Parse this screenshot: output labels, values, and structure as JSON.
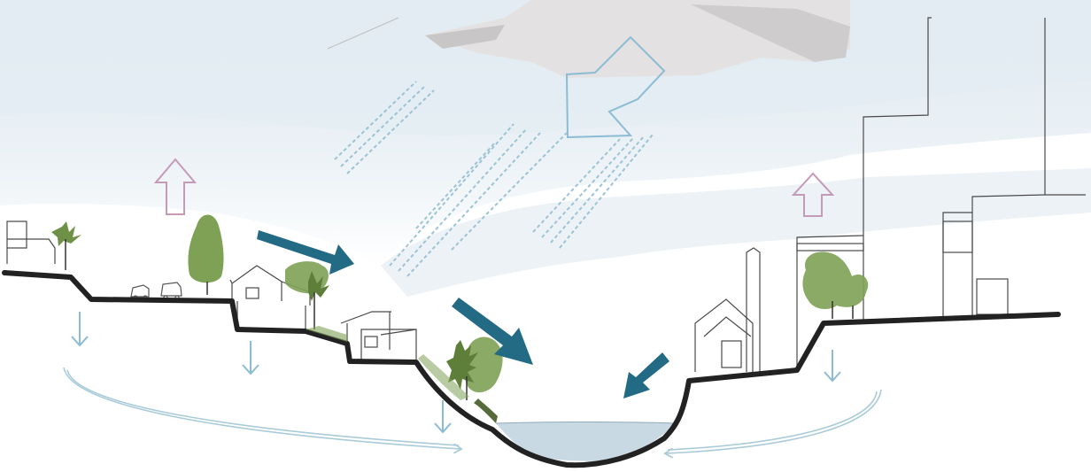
{
  "diagram": {
    "type": "urban-water-cycle-section",
    "colors": {
      "sky": "#e6eef3",
      "cloud": "#e2dfe0",
      "cloud_shadow": "#c9c6c7",
      "rain": "#9cc3d6",
      "rain_arrow": "#8cbcd4",
      "runoff_arrow": "#236a85",
      "evaporation_arrow": "#c49ab8",
      "infiltration_arrow": "#8cbcd4",
      "groundwater_flow": "#a9cbd9",
      "water": "#c9d9e4",
      "ground": "#222222",
      "tree": "#7ea155",
      "sketch": "#555555"
    },
    "icons": [
      "cloud",
      "rain-arrow",
      "runoff-arrow",
      "evaporation-arrow",
      "infiltration-arrow",
      "groundwater-flow-arrow",
      "tree",
      "house",
      "car",
      "factory",
      "building",
      "river"
    ]
  }
}
